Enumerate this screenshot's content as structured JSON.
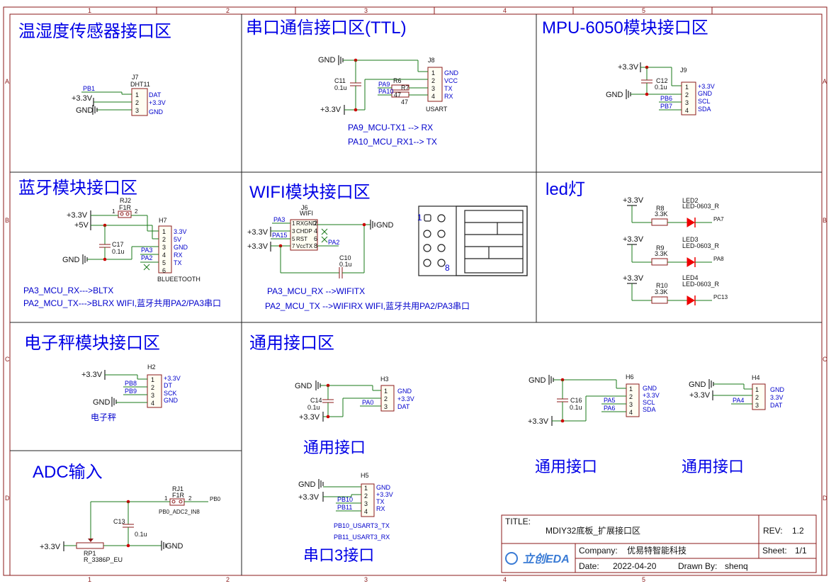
{
  "border": {
    "cols": [
      "1",
      "2",
      "3",
      "4",
      "5"
    ],
    "rows": [
      "A",
      "B",
      "C",
      "D"
    ]
  },
  "sections": {
    "dht": "温湿度传感器接口区",
    "uart": "串口通信接口区(TTL)",
    "mpu": "MPU-6050模块接口区",
    "bt": "蓝牙模块接口区",
    "wifi": "WIFI模块接口区",
    "led": "led灯",
    "scale": "电子秤模块接口区",
    "general": "通用接口区",
    "adc": "ADC输入"
  },
  "dht": {
    "ref": "J7",
    "value": "DHT11",
    "pins": [
      "DAT",
      "+3.3V",
      "GND"
    ],
    "nums": [
      "1",
      "2",
      "3"
    ],
    "net_pb1": "PB1",
    "net_v": "+3.3V",
    "net_gnd": "GND"
  },
  "uart": {
    "ref": "J8",
    "value": "USART",
    "pins": [
      "GND",
      "VCC",
      "TX",
      "RX"
    ],
    "nums": [
      "1",
      "2",
      "3",
      "4"
    ],
    "c_ref": "C11",
    "c_val": "0.1u",
    "r6": "R6",
    "r7": "R7",
    "r6_val": "47",
    "r7_val": "47",
    "pa9": "PA9",
    "pa10": "PA10",
    "net_gnd": "GND",
    "net_v": "+3.3V",
    "note1": "PA9_MCU-TX1  --> RX",
    "note2": "PA10_MCU_RX1--> TX"
  },
  "mpu": {
    "ref": "J9",
    "pins": [
      "+3.3V",
      "GND",
      "SCL",
      "SDA"
    ],
    "nums": [
      "1",
      "2",
      "3",
      "4"
    ],
    "c_ref": "C12",
    "c_val": "0.1u",
    "pb6": "PB6",
    "pb7": "PB7",
    "net_v": "+3.3V",
    "net_gnd": "GND"
  },
  "bt": {
    "ref": "H7",
    "value": "BLUEETOOTH",
    "pins": [
      "3.3V",
      "5V",
      "GND",
      "RX",
      "TX",
      ""
    ],
    "nums": [
      "1",
      "2",
      "3",
      "4",
      "5",
      "6"
    ],
    "rj": "RJ2",
    "rj_val": "F1R",
    "c_ref": "C17",
    "c_val": "0.1u",
    "pa3": "PA3",
    "pa2": "PA2",
    "net_v": "+3.3V",
    "net_5v": "+5V",
    "net_gnd": "GND",
    "note1": "PA3_MCU_RX--->BLTX",
    "note2": "PA2_MCU_TX--->BLRX  WIFI,蓝牙共用PA2/PA3串口"
  },
  "wifi": {
    "ref": "J6",
    "value": "WIFI",
    "lpins": [
      "RX",
      "",
      "RST",
      "Vcc"
    ],
    "rpins": [
      "GND",
      "",
      "",
      "TX"
    ],
    "lnums": [
      "1",
      "3",
      "5",
      "7"
    ],
    "rnums": [
      "2",
      "4",
      "6",
      "8"
    ],
    "chdp": "CHDP",
    "pa3": "PA3",
    "pa15": "PA15",
    "pa2": "PA2",
    "c_ref": "C10",
    "c_val": "0.1u",
    "net_v1": "+3.3V",
    "net_v2": "+3.3V",
    "net_gnd": "GND",
    "pin1": "1",
    "pin8": "8",
    "note1": "PA3_MCU_RX  -->WIFITX",
    "note2": "PA2_MCU_TX  -->WIFIRX     WIFI,蓝牙共用PA2/PA3串口"
  },
  "led": {
    "items": [
      {
        "v": "+3.3V",
        "r": "R8",
        "rv": "3.3K",
        "d": "LED2",
        "dv": "LED-0603_R",
        "net": "PA7"
      },
      {
        "v": "+3.3V",
        "r": "R9",
        "rv": "3.3K",
        "d": "LED3",
        "dv": "LED-0603_R",
        "net": "PA8"
      },
      {
        "v": "+3.3V",
        "r": "R10",
        "rv": "3.3K",
        "d": "LED4",
        "dv": "LED-0603_R",
        "net": "PC13"
      }
    ]
  },
  "scale": {
    "ref": "H2",
    "pins": [
      "+3.3V",
      "DT",
      "SCK",
      "GND"
    ],
    "nums": [
      "1",
      "2",
      "3",
      "4"
    ],
    "pb8": "PB8",
    "pb9": "PB9",
    "net_v": "+3.3V",
    "net_gnd": "GND",
    "caption": "电子秤"
  },
  "h3": {
    "ref": "H3",
    "pins": [
      "GND",
      "+3.3V",
      "DAT"
    ],
    "nums": [
      "1",
      "2",
      "3"
    ],
    "c_ref": "C14",
    "c_val": "0.1u",
    "pa0": "PA0",
    "net_gnd": "GND",
    "net_v": "+3.3V",
    "caption": "通用接口"
  },
  "h5": {
    "ref": "H5",
    "pins": [
      "GND",
      "+3.3V",
      "TX",
      "RX"
    ],
    "nums": [
      "1",
      "2",
      "3",
      "4"
    ],
    "pb10": "PB10",
    "pb11": "PB11",
    "net_gnd": "GND",
    "net_v": "+3.3V",
    "note1": "PB10_USART3_TX",
    "note2": "PB11_USART3_RX",
    "caption": "串口3接口"
  },
  "h6": {
    "ref": "H6",
    "pins": [
      "GND",
      "+3.3V",
      "SCL",
      "SDA"
    ],
    "nums": [
      "1",
      "2",
      "3",
      "4"
    ],
    "c_ref": "C16",
    "c_val": "0.1u",
    "pa5": "PA5",
    "pa6": "PA6",
    "net_gnd": "GND",
    "net_v": "+3.3V",
    "caption": "通用接口"
  },
  "h4": {
    "ref": "H4",
    "pins": [
      "GND",
      "3.3V",
      "DAT"
    ],
    "nums": [
      "1",
      "2",
      "3"
    ],
    "pa4": "PA4",
    "net_gnd": "GND",
    "net_v": "+3.3V",
    "caption": "通用接口"
  },
  "adc": {
    "rj": "RJ1",
    "rj_val": "F1R",
    "net_pb0": "PB0",
    "net_label": "PB0_ADC2_IN8",
    "c_ref": "C13",
    "c_val": "0.1u",
    "rp": "RP1",
    "rp_val": "R_3386P_EU",
    "net_v": "+3.3V",
    "net_gnd": "GND"
  },
  "title_block": {
    "title_label": "TITLE:",
    "title": "MDIY32底板_扩展接口区",
    "rev_label": "REV:",
    "rev": "1.2",
    "logo": "立创EDA",
    "company_label": "Company:",
    "company": "优易特智能科技",
    "sheet_label": "Sheet:",
    "sheet": "1/1",
    "date_label": "Date:",
    "date": "2022-04-20",
    "drawn_label": "Drawn By:",
    "drawn": "shenq"
  }
}
